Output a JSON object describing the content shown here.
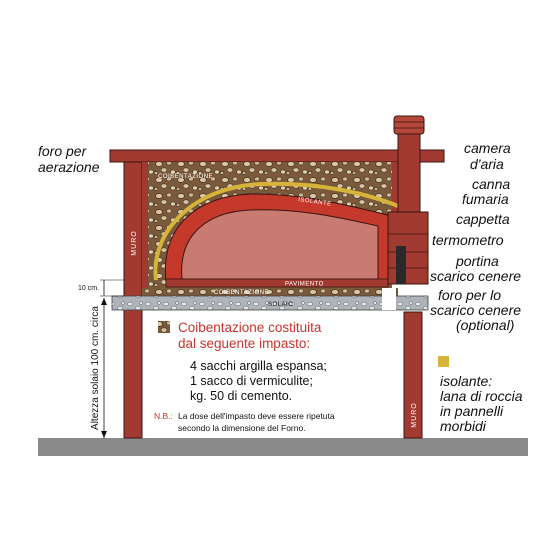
{
  "labels": {
    "foro_aerazione": [
      "foro per",
      "aerazione"
    ],
    "camera_aria": [
      "camera",
      "d'aria"
    ],
    "canna_fumaria": [
      "canna",
      "fumaria"
    ],
    "cappetta": "cappetta",
    "termometro": "termometro",
    "portina": [
      "portina",
      "scarico cenere"
    ],
    "foro_cenere": [
      "foro per lo",
      "scarico cenere",
      "(optional)"
    ],
    "isolante": [
      "isolante:",
      "lana di roccia",
      "in pannelli",
      "morbidi"
    ],
    "coibentazione_top": "COIBENTAZIONE",
    "coibentazione_bottom": "COIBENTAZIONE",
    "isolante_on_dome": "ISOLANTE",
    "pavimento": "PAVIMENTO",
    "solaio": "SOLAIO",
    "muro_left": "MURO",
    "muro_right": "MURO",
    "dim_10cm": "10 cm.",
    "altezza_solaio": "Altezza solaio 100 cm. circa"
  },
  "mixture": {
    "title_lines": [
      "Coibentazione costituita",
      "dal seguente impasto:"
    ],
    "items": [
      "4 sacchi argilla espansa;",
      "1 sacco di vermiculite;",
      "kg. 50 di cemento."
    ],
    "note_prefix": "N.B.:",
    "note_lines": [
      "La dose dell'impasto deve essere ripetuta",
      "secondo la dimensione del Forno."
    ]
  },
  "colors": {
    "brick": "#a13a30",
    "dome_inner": "#c97b71",
    "dome_shell": "#c4392b",
    "insulation": "#d6b43a",
    "fill": "#7a5a3a",
    "slab": "#9aa0a6",
    "ground": "#8a8a8a",
    "accent_red": "#c8352c"
  }
}
